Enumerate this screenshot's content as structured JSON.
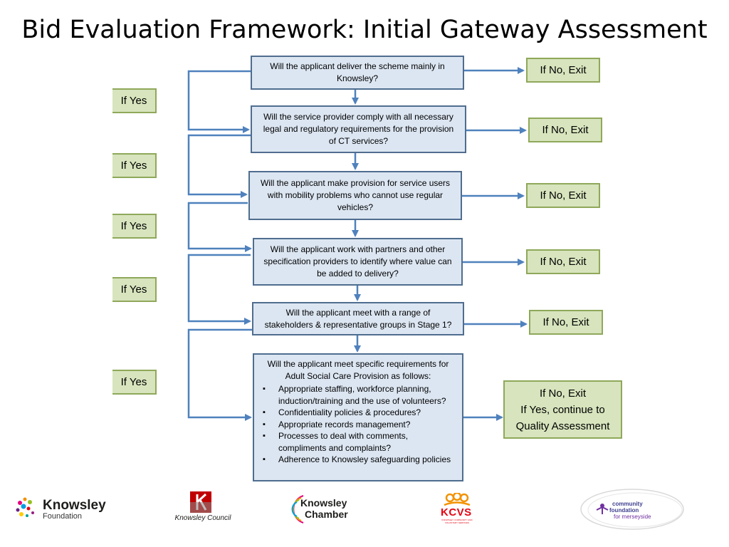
{
  "slide": {
    "title": "Bid Evaluation Framework: Initial Gateway Assessment"
  },
  "questions": {
    "q1": {
      "line1": "Will the applicant deliver the scheme mainly in",
      "line2": "Knowsley?"
    },
    "q2": {
      "line1": "Will the service provider comply with all necessary",
      "line2": "legal and regulatory requirements for the provision",
      "line3": "of CT services?"
    },
    "q3": {
      "line1": "Will the applicant make provision for service users",
      "line2": "with mobility problems who cannot use regular",
      "line3": "vehicles?"
    },
    "q4": {
      "line1": "Will the applicant work with partners and other",
      "line2": "specification providers to identify where value can",
      "line3": "be added to delivery?"
    },
    "q5": {
      "line1": "Will the applicant meet with a range of",
      "line2": "stakeholders & representative groups in Stage 1?"
    },
    "q6": {
      "intro1": "Will the applicant meet specific requirements for",
      "intro2": "Adult Social Care Provision as follows:",
      "items": [
        "Appropriate staffing, workforce planning, induction/training and the use of volunteers?",
        "Confidentiality policies & procedures?",
        "Appropriate records management?",
        "Processes to deal with comments, compliments and complaints?",
        "Adherence to Knowsley safeguarding policies"
      ]
    }
  },
  "outcomes": {
    "no_exit": "If No, Exit",
    "yes": "If Yes",
    "final": {
      "line1": "If No, Exit",
      "line2": "If Yes, continue to",
      "line3": "Quality Assessment"
    }
  },
  "logos": {
    "knowsley_foundation": {
      "name": "Knowsley",
      "sub": "Foundation"
    },
    "knowsley_council": {
      "name": "Knowsley Council"
    },
    "knowsley_chamber": {
      "line1": "Knowsley",
      "line2": "Chamber"
    },
    "kcvs": {
      "name": "KCVS",
      "sub": "KNOWSLEY COMMUNITY AND VOLUNTARY SERVICES"
    },
    "community_foundation": {
      "line1": "community",
      "line2": "foundation",
      "line3": "for merseyside"
    }
  },
  "colors": {
    "question_fill": "#dce6f2",
    "question_border": "#4f6d8f",
    "outcome_fill": "#d7e4bd",
    "outcome_border": "#8fa85a",
    "arrow": "#4f81bd"
  }
}
